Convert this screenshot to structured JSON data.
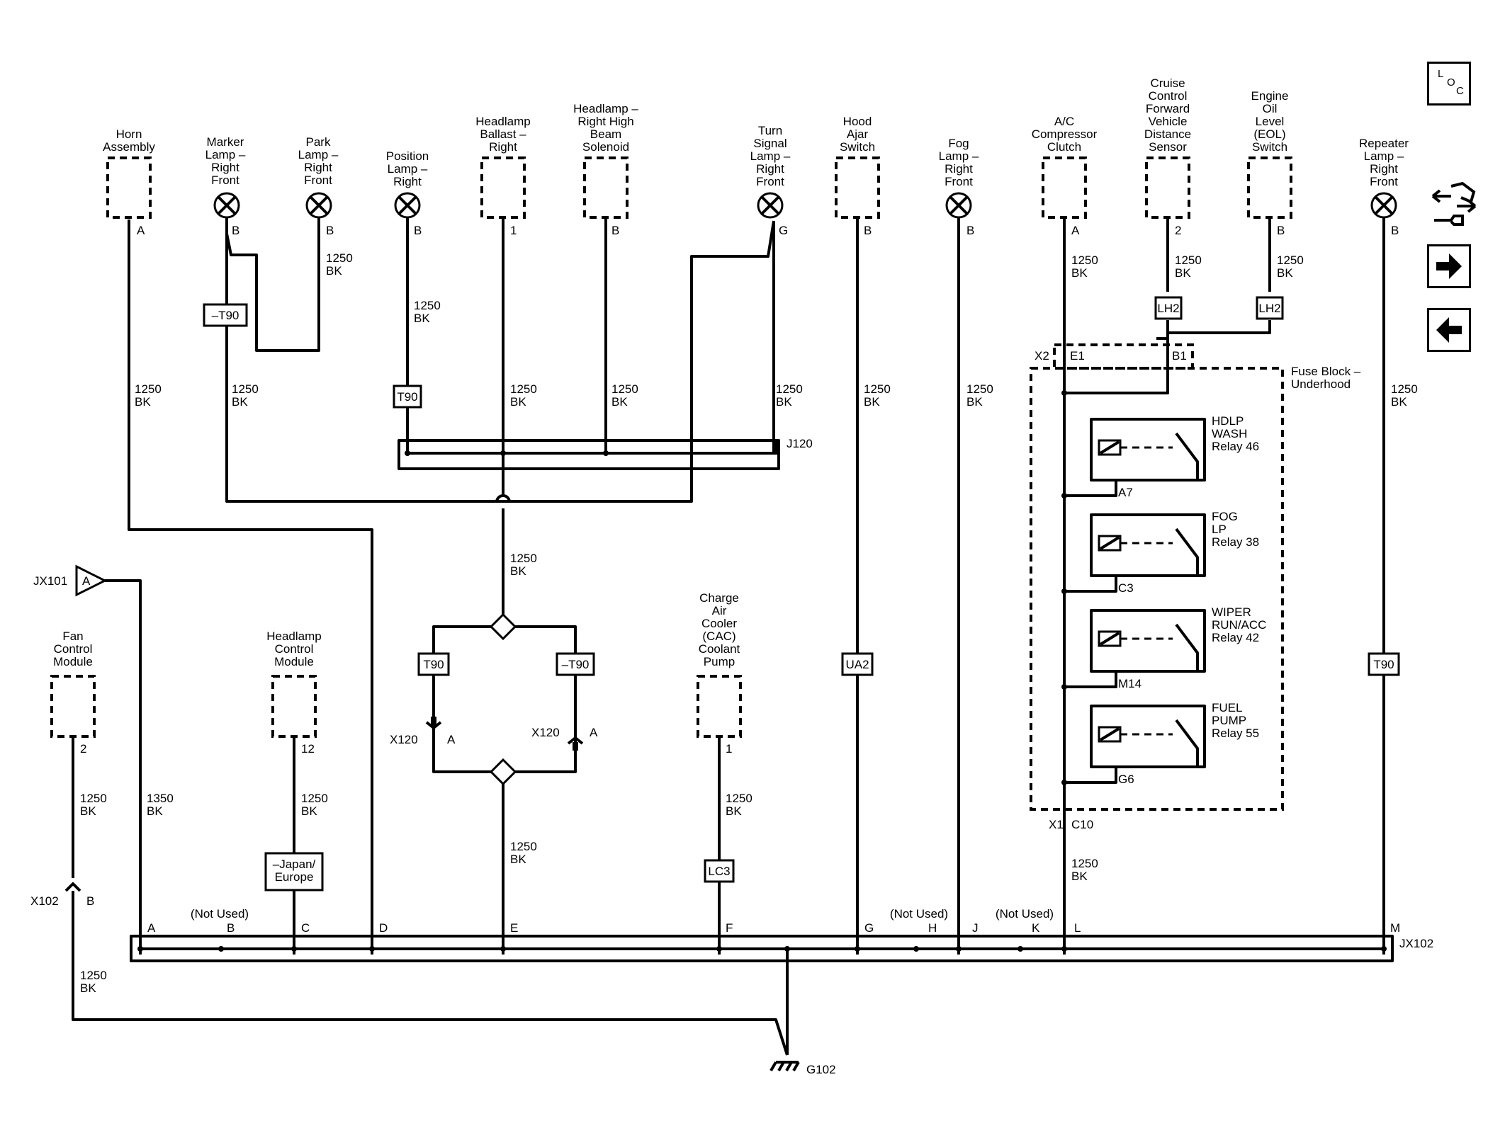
{
  "toolbar": {
    "loc_letters": [
      "L",
      "O",
      "C"
    ]
  },
  "components": {
    "horn": [
      "Horn",
      "Assembly"
    ],
    "marker": [
      "Marker",
      "Lamp –",
      "Right",
      "Front"
    ],
    "park": [
      "Park",
      "Lamp –",
      "Right",
      "Front"
    ],
    "position": [
      "Position",
      "Lamp –",
      "Right"
    ],
    "ballast": [
      "Headlamp",
      "Ballast –",
      "Right"
    ],
    "highbeam": [
      "Headlamp –",
      "Right High",
      "Beam",
      "Solenoid"
    ],
    "turn": [
      "Turn",
      "Signal",
      "Lamp –",
      "Right",
      "Front"
    ],
    "hood": [
      "Hood",
      "Ajar",
      "Switch"
    ],
    "fog": [
      "Fog",
      "Lamp –",
      "Right",
      "Front"
    ],
    "ac": [
      "A/C",
      "Compressor",
      "Clutch"
    ],
    "cruise": [
      "Cruise",
      "Control",
      "Forward",
      "Vehicle",
      "Distance",
      "Sensor"
    ],
    "eol": [
      "Engine",
      "Oil",
      "Level",
      "(EOL)",
      "Switch"
    ],
    "repeater": [
      "Repeater",
      "Lamp –",
      "Right",
      "Front"
    ],
    "fan": [
      "Fan",
      "Control",
      "Module"
    ],
    "hcm": [
      "Headlamp",
      "Control",
      "Module"
    ],
    "cac": [
      "Charge",
      "Air",
      "Cooler",
      "(CAC)",
      "Coolant",
      "Pump"
    ],
    "fuseblock": [
      "Fuse Block –",
      "Underhood"
    ]
  },
  "pins": {
    "horn": "A",
    "marker": "B",
    "park": "B",
    "position": "B",
    "ballast": "1",
    "highbeam": "B",
    "turn": "G",
    "hood": "B",
    "fog": "B",
    "ac": "A",
    "cruise": "2",
    "eol": "B",
    "repeater": "B",
    "fan": "2",
    "hcm": "12",
    "cac": "1"
  },
  "wire": {
    "size": "1250",
    "size_alt": "1350",
    "color": "BK"
  },
  "options": {
    "t90": "T90",
    "not_t90": "–T90",
    "lh2": "LH2",
    "ua2": "UA2",
    "lc3": "LC3",
    "japan_europe": [
      "–Japan/",
      "Europe"
    ]
  },
  "relays": [
    {
      "name": [
        "HDLP",
        "WASH",
        "Relay 46"
      ],
      "pin": "A7"
    },
    {
      "name": [
        "FOG",
        "LP",
        "Relay 38"
      ],
      "pin": "C3"
    },
    {
      "name": [
        "WIPER",
        "RUN/ACC",
        "Relay 42"
      ],
      "pin": "M14"
    },
    {
      "name": [
        "FUEL",
        "PUMP",
        "Relay 55"
      ],
      "pin": "G6"
    }
  ],
  "connectors": {
    "j120": "J120",
    "jx101": "JX101",
    "jx101_pin": "A",
    "x120": "X120",
    "x120_pin": "A",
    "x102": "X102",
    "x102_pin": "B",
    "x2": "X2",
    "e1": "E1",
    "b1": "B1",
    "x1": "X1",
    "c10": "C10",
    "jx102": "JX102",
    "g102": "G102",
    "not_used": "(Not Used)"
  },
  "jx102_pins": [
    "A",
    "B",
    "C",
    "D",
    "E",
    "F",
    "G",
    "H",
    "J",
    "K",
    "L",
    "M"
  ]
}
